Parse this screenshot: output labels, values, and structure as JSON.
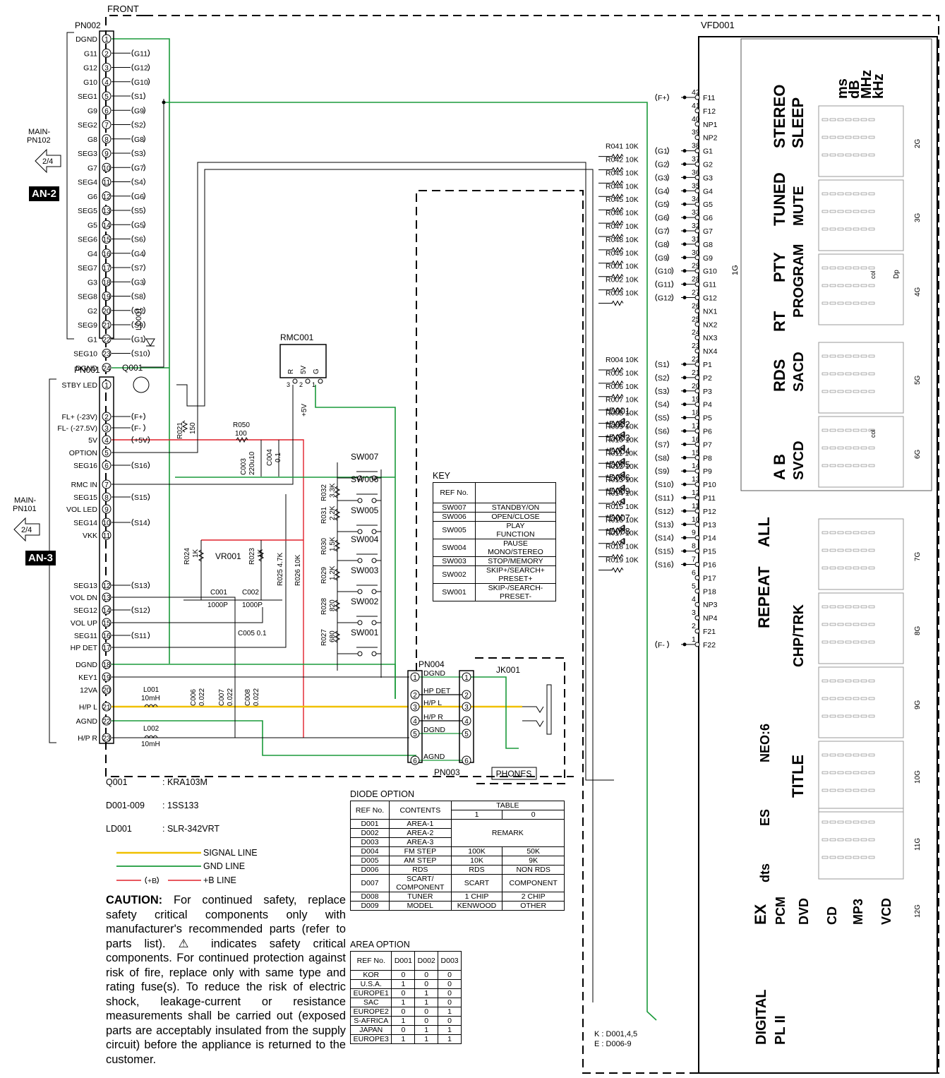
{
  "labels": {
    "front": "FRONT",
    "vfd": "VFD001",
    "pn002": "PN002",
    "pn001": "PN001",
    "main_pn102": "MAIN-\nPN102",
    "main_pn101": "MAIN-\nPN101",
    "page_ref": "2/4",
    "an2": "AN-2",
    "an3": "AN-3",
    "rmc": "RMC001",
    "q001": "Q001",
    "ld001": "LD001",
    "vr001": "VR001",
    "pn004": "PN004",
    "pn003": "PN003",
    "jk001": "JK001",
    "phones": "PHONES",
    "grid_1g": "1G",
    "k_note": "K : D001,4,5",
    "e_note": "E : D006-9",
    "plus5v": "+5V",
    "fplus": "F+",
    "fminus": "F-"
  },
  "pn002_pins": [
    "DGND",
    "G11",
    "G12",
    "G10",
    "SEG1",
    "G9",
    "SEG2",
    "G8",
    "SEG3",
    "G7",
    "SEG4",
    "G6",
    "SEG5",
    "G5",
    "SEG6",
    "G4",
    "SEG7",
    "G3",
    "SEG8",
    "G2",
    "SEG9",
    "G1",
    "SEG10",
    "DGND"
  ],
  "pn002_tags": [
    "",
    "G11",
    "G12",
    "G10",
    "S1",
    "G9",
    "S2",
    "G8",
    "S3",
    "G7",
    "S4",
    "G6",
    "S5",
    "G5",
    "S6",
    "G4",
    "S7",
    "G3",
    "S8",
    "G2",
    "S9",
    "G1",
    "S10",
    ""
  ],
  "pn001_pins": [
    "STBY LED",
    "FL+ (-23V)",
    "FL- (-27.5V)",
    "5V",
    "OPTION",
    "SEG16",
    "RMC IN",
    "SEG15",
    "VOL LED",
    "SEG14",
    "VKK",
    "SEG13",
    "VOL DN",
    "SEG12",
    "VOL UP",
    "SEG11",
    "HP DET",
    "DGND",
    "KEY1",
    "12VA",
    "H/P L",
    "AGND",
    "H/P R"
  ],
  "pn001_tags": [
    "",
    "F+",
    "F-",
    "+5V",
    "",
    "S16",
    "",
    "S15",
    "",
    "S14",
    "",
    "S13",
    "",
    "S12",
    "",
    "S11",
    "",
    "",
    "",
    "",
    "",
    "",
    ""
  ],
  "vfd_pins": [
    {
      "n": "42",
      "name": "F11",
      "tag": "F+",
      "res": ""
    },
    {
      "n": "41",
      "name": "F12",
      "tag": "",
      "res": ""
    },
    {
      "n": "40",
      "name": "NP1",
      "tag": "",
      "res": ""
    },
    {
      "n": "39",
      "name": "NP2",
      "tag": "",
      "res": ""
    },
    {
      "n": "38",
      "name": "G1",
      "tag": "G1",
      "res": "R041 10K"
    },
    {
      "n": "37",
      "name": "G2",
      "tag": "G2",
      "res": "R042 10K"
    },
    {
      "n": "36",
      "name": "G3",
      "tag": "G3",
      "res": "R043 10K"
    },
    {
      "n": "35",
      "name": "G4",
      "tag": "G4",
      "res": "R044 10K"
    },
    {
      "n": "34",
      "name": "G5",
      "tag": "G5",
      "res": "R045 10K"
    },
    {
      "n": "33",
      "name": "G6",
      "tag": "G6",
      "res": "R046 10K"
    },
    {
      "n": "32",
      "name": "G7",
      "tag": "G7",
      "res": "R047 10K"
    },
    {
      "n": "31",
      "name": "G8",
      "tag": "G8",
      "res": "R048 10K"
    },
    {
      "n": "30",
      "name": "G9",
      "tag": "G9",
      "res": "R049 10K"
    },
    {
      "n": "29",
      "name": "G10",
      "tag": "G10",
      "res": "R001 10K"
    },
    {
      "n": "28",
      "name": "G11",
      "tag": "G11",
      "res": "R002 10K"
    },
    {
      "n": "27",
      "name": "G12",
      "tag": "G12",
      "res": "R003 10K"
    },
    {
      "n": "26",
      "name": "NX1",
      "tag": "",
      "res": ""
    },
    {
      "n": "25",
      "name": "NX2",
      "tag": "",
      "res": ""
    },
    {
      "n": "24",
      "name": "NX3",
      "tag": "",
      "res": ""
    },
    {
      "n": "23",
      "name": "NX4",
      "tag": "",
      "res": ""
    },
    {
      "n": "22",
      "name": "P1",
      "tag": "S1",
      "res": "R004 10K"
    },
    {
      "n": "21",
      "name": "P2",
      "tag": "S2",
      "res": "R005 10K"
    },
    {
      "n": "20",
      "name": "P3",
      "tag": "S3",
      "res": "R006 10K"
    },
    {
      "n": "19",
      "name": "P4",
      "tag": "S4",
      "res": "R007 10K",
      "diode": "D001"
    },
    {
      "n": "18",
      "name": "P5",
      "tag": "S5",
      "res": "R008 10K",
      "diode": "D002"
    },
    {
      "n": "17",
      "name": "P6",
      "tag": "S6",
      "res": "R009 10K",
      "diode": "D003"
    },
    {
      "n": "16",
      "name": "P7",
      "tag": "S7",
      "res": "R010 10K",
      "diode": "D004"
    },
    {
      "n": "15",
      "name": "P8",
      "tag": "S8",
      "res": "R011 10K",
      "diode": "D005"
    },
    {
      "n": "14",
      "name": "P9",
      "tag": "S9",
      "res": "R012 10K",
      "diode": "D006"
    },
    {
      "n": "13",
      "name": "P10",
      "tag": "S10",
      "res": "R013 10K",
      "diode": "D009"
    },
    {
      "n": "12",
      "name": "P11",
      "tag": "S11",
      "res": "R014 10K"
    },
    {
      "n": "11",
      "name": "P12",
      "tag": "S12",
      "res": "R015 10K",
      "diode": "D007"
    },
    {
      "n": "10",
      "name": "P13",
      "tag": "S13",
      "res": "R016 10K",
      "diode": "D008"
    },
    {
      "n": "9",
      "name": "P14",
      "tag": "S14",
      "res": "R017 10K"
    },
    {
      "n": "8",
      "name": "P15",
      "tag": "S15",
      "res": "R018 10K"
    },
    {
      "n": "7",
      "name": "P16",
      "tag": "S16",
      "res": "R019 10K"
    },
    {
      "n": "6",
      "name": "P17",
      "tag": "",
      "res": ""
    },
    {
      "n": "5",
      "name": "P18",
      "tag": "",
      "res": ""
    },
    {
      "n": "4",
      "name": "NP3",
      "tag": "",
      "res": ""
    },
    {
      "n": "3",
      "name": "NP4",
      "tag": "",
      "res": ""
    },
    {
      "n": "2",
      "name": "F21",
      "tag": "",
      "res": ""
    },
    {
      "n": "1",
      "name": "F22",
      "tag": "F-",
      "res": ""
    }
  ],
  "components": {
    "r021": [
      "R021",
      "150"
    ],
    "r050": [
      "R050",
      "100"
    ],
    "c003": [
      "C003",
      "220u10"
    ],
    "c004": [
      "C004",
      "0.1"
    ],
    "r024": [
      "R024",
      "1K"
    ],
    "r023": [
      "R023",
      "1K"
    ],
    "r025": "R025 4.7K",
    "r026": "R026 10K",
    "c001": [
      "C001",
      "1000P"
    ],
    "c002": [
      "C002",
      "1000P"
    ],
    "c005": "C005 0.1",
    "c006": [
      "C006",
      "0.022"
    ],
    "c007": [
      "C007",
      "0.022"
    ],
    "c008": [
      "C008",
      "0.022"
    ],
    "l001": [
      "L001",
      "10mH"
    ],
    "l002": [
      "L002",
      "10mH"
    ],
    "r032": [
      "R032",
      "3.3K"
    ],
    "r031": [
      "R031",
      "2.2K"
    ],
    "r030": [
      "R030",
      "1.5K"
    ],
    "r029": [
      "R029",
      "1.2K"
    ],
    "r028": [
      "R028",
      "820"
    ],
    "r027": [
      "R027",
      "680"
    ]
  },
  "switches": [
    "SW007",
    "SW006",
    "SW005",
    "SW004",
    "SW003",
    "SW002",
    "SW001"
  ],
  "rmc_pins": [
    "R",
    "5V",
    "G"
  ],
  "rmc_pin_nums": [
    "3",
    "2",
    "1"
  ],
  "pn004_pins": [
    "DGND",
    "HP DET",
    "H/P L",
    "H/P R",
    "DGND",
    "AGND"
  ],
  "key_table": {
    "title": "KEY",
    "header": "REF No.",
    "rows": [
      [
        "SW007",
        "STANDBY/ON"
      ],
      [
        "SW006",
        "OPEN/CLOSE"
      ],
      [
        "SW005",
        "PLAY\nFUNCTION"
      ],
      [
        "SW004",
        "PAUSE\nMONO/STEREO"
      ],
      [
        "SW003",
        "STOP/MEMORY"
      ],
      [
        "SW002",
        "SKIP+/SEARCH+\nPRESET+"
      ],
      [
        "SW001",
        "SKIP-/SEARCH-\nPRESET-"
      ]
    ]
  },
  "parts_list": [
    [
      "Q001",
      ": KRA103M"
    ],
    [
      "D001-009",
      ": 1SS133"
    ],
    [
      "LD001",
      ": SLR-342VRT"
    ]
  ],
  "legend": {
    "signal": "SIGNAL LINE",
    "gnd": "GND LINE",
    "b": "+B LINE",
    "b_tag": "+B"
  },
  "diode_option": {
    "title": "DIODE OPTION",
    "h_ref": "REF No.",
    "h_contents": "CONTENTS",
    "h_table": "TABLE",
    "h_1": "1",
    "h_0": "0",
    "remark": "REMARK",
    "rows_remark": [
      [
        "D001",
        "AREA-1"
      ],
      [
        "D002",
        "AREA-2"
      ],
      [
        "D003",
        "AREA-3"
      ]
    ],
    "rows": [
      [
        "D004",
        "FM STEP",
        "100K",
        "50K"
      ],
      [
        "D005",
        "AM STEP",
        "10K",
        "9K"
      ],
      [
        "D006",
        "RDS",
        "RDS",
        "NON RDS"
      ],
      [
        "D007",
        "SCART/\nCOMPONENT",
        "SCART",
        "COMPONENT"
      ],
      [
        "D008",
        "TUNER",
        "1 CHIP",
        "2 CHIP"
      ],
      [
        "D009",
        "MODEL",
        "KENWOOD",
        "OTHER"
      ]
    ]
  },
  "area_option": {
    "title": "AREA OPTION",
    "header": [
      "REF No.",
      "D001",
      "D002",
      "D003"
    ],
    "rows": [
      [
        "KOR",
        "0",
        "0",
        "0"
      ],
      [
        "U.S.A.",
        "1",
        "0",
        "0"
      ],
      [
        "EUROPE1",
        "0",
        "1",
        "0"
      ],
      [
        "SAC",
        "1",
        "1",
        "0"
      ],
      [
        "EUROPE2",
        "0",
        "0",
        "1"
      ],
      [
        "S-AFRICA",
        "1",
        "0",
        "0"
      ],
      [
        "JAPAN",
        "0",
        "1",
        "1"
      ],
      [
        "EUROPE3",
        "1",
        "1",
        "1"
      ]
    ]
  },
  "caution": {
    "head": "CAUTION:",
    "body": " For continued safety, replace safety critical components only with manufacturer's recommended parts (refer to parts list). ⚠ indicates safety critical components. For continued protection against risk of fire, replace only with same type and rating fuse(s). To reduce the risk of electric shock, leakage-current or resistance measurements shall be carried out (exposed parts are acceptably insulated from the supply circuit) before the appliance is returned to the customer."
  },
  "vfd_segments": {
    "units": [
      "ms",
      "dB",
      "MHz",
      "kHz"
    ],
    "col1": [
      "STEREO",
      "SLEEP"
    ],
    "col2": [
      "TUNED",
      "MUTE"
    ],
    "col3": [
      "PTY",
      "PROGRAM"
    ],
    "col4": [
      "RT",
      "PROGRAM"
    ],
    "col5": [
      "RDS",
      "SACD"
    ],
    "col6": [
      "A",
      "B",
      "SVCD"
    ],
    "all": "ALL",
    "repeat": "REPEAT",
    "chptrk": "CHP/TRK",
    "title": "TITLE",
    "neo6": "NEO:6",
    "es": "ES",
    "dts": "dts",
    "ex": "EX",
    "pcm": "PCM",
    "dvd": "DVD",
    "cd": "CD",
    "mp3": "MP3",
    "vcd": "VCD",
    "digital": "DIGITAL",
    "pl2": "PL II",
    "col": "col",
    "dp": "Dp",
    "grids": [
      "2G",
      "3G",
      "4G",
      "5G",
      "6G",
      "7G",
      "8G",
      "9G",
      "10G",
      "11G",
      "12G"
    ]
  },
  "colors": {
    "gnd": "#1a9a3a",
    "b": "#e0202a",
    "signal": "#f0c000",
    "wire": "#000000"
  }
}
